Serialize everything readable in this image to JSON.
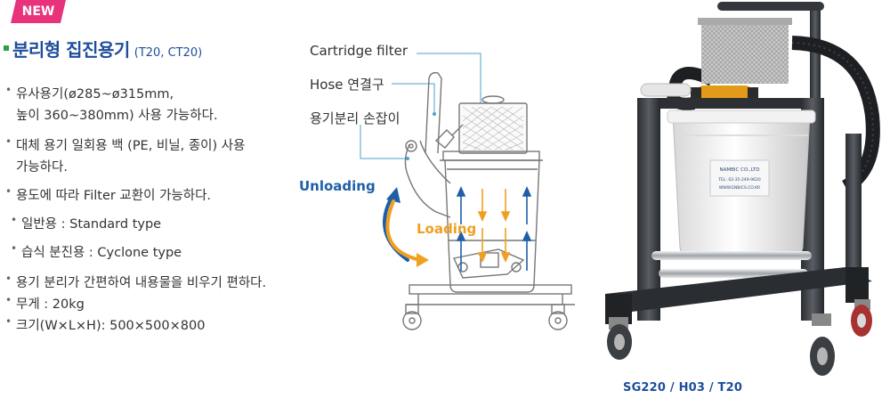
{
  "badge": "NEW",
  "title": {
    "main": "분리형 집진용기",
    "sub": "(T20, CT20)"
  },
  "specs": [
    {
      "lines": [
        "유사용기(ø285~ø315mm,",
        "높이 360~380mm) 사용 가능하다."
      ]
    },
    {
      "lines": [
        "대체 용기 일회용 백 (PE, 비닐, 종이) 사용",
        "가능하다."
      ]
    },
    {
      "lines": [
        "용도에 따라 Filter 교환이 가능하다."
      ]
    },
    {
      "lines": [
        "일반용 : Standard type"
      ],
      "sub": true
    },
    {
      "lines": [
        "습식 분진용 : Cyclone type"
      ],
      "sub": true
    },
    {
      "lines": [
        "용기 분리가 간편하여 내용물을 비우기 편하다."
      ]
    },
    {
      "lines": [
        "무게 : 20kg"
      ]
    },
    {
      "lines": [
        "크기(W×L×H): 500×500×800"
      ]
    }
  ],
  "diagram": {
    "labels": {
      "cartridge": "Cartridge filter",
      "hose": "Hose 연결구",
      "handle": "용기분리 손잡이"
    },
    "unloading": "Unloading",
    "loading": "Loading",
    "colors": {
      "unloading": "#1e5fa8",
      "loading": "#f0a020",
      "callout": "#4aa3c8"
    }
  },
  "photo": {
    "caption": "SG220 / H03 / T20",
    "bucket_label": [
      "NAMBIC CO.,LTD",
      "TEL: 02-35-249-9620",
      "WWW.ENBICS.CO.KR"
    ]
  }
}
